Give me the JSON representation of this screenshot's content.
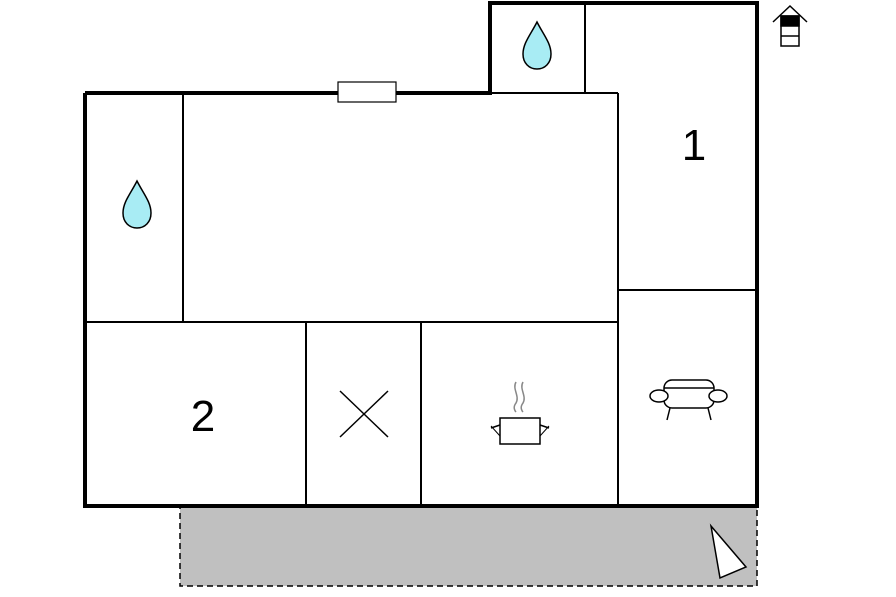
{
  "floor_plan": {
    "rooms": {
      "bedroom_1": {
        "label": "1",
        "kind": "bedroom"
      },
      "bedroom_2": {
        "label": "2",
        "kind": "bedroom"
      },
      "bathroom_left": {
        "kind": "bathroom",
        "icon": "water-drop-icon"
      },
      "bathroom_top": {
        "kind": "bathroom",
        "icon": "water-drop-icon"
      },
      "dining": {
        "kind": "dining",
        "icon": "cross-icon"
      },
      "kitchen": {
        "kind": "kitchen",
        "icon": "cooking-pot-icon"
      },
      "living": {
        "kind": "living room",
        "icon": "sofa-icon"
      },
      "main_room": {
        "kind": "room"
      }
    },
    "terrace": {
      "kind": "terrace",
      "icon": "north-arrow-icon"
    },
    "features": {
      "window": {
        "kind": "window"
      },
      "stairs": {
        "icon": "stairs-icon"
      }
    },
    "colors": {
      "wall": "#000000",
      "water_drop": "#a8ecf4",
      "terrace_fill": "#c0c0c0",
      "background": "#ffffff"
    }
  }
}
